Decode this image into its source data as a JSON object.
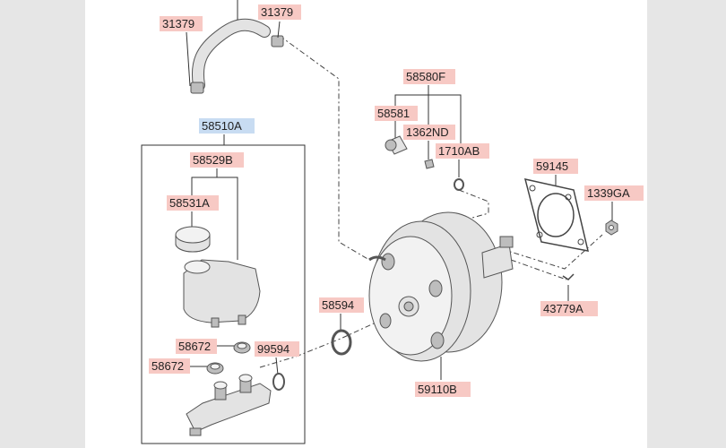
{
  "colors": {
    "label_highlight": "#f7c9c4",
    "assembly_highlight": "#c8dcf2",
    "line": "#333333",
    "part_gray": "#e3e3e3"
  },
  "labels": {
    "hose_clip_left": "31379",
    "hose_clip_right": "31379",
    "master_cylinder_assy": "58510A",
    "reservoir_assy": "58529B",
    "reservoir_cap": "58531A",
    "grommet_upper": "58672",
    "grommet_lower": "58672",
    "o_ring": "99594",
    "seal_ring": "58594",
    "check_valve_set": "58580F",
    "check_valve": "58581",
    "grommet_valve": "1362ND",
    "washer_valve": "1710AB",
    "gasket": "59145",
    "nut": "1339GA",
    "clevis_pin": "43779A",
    "brake_booster": "59110B"
  }
}
